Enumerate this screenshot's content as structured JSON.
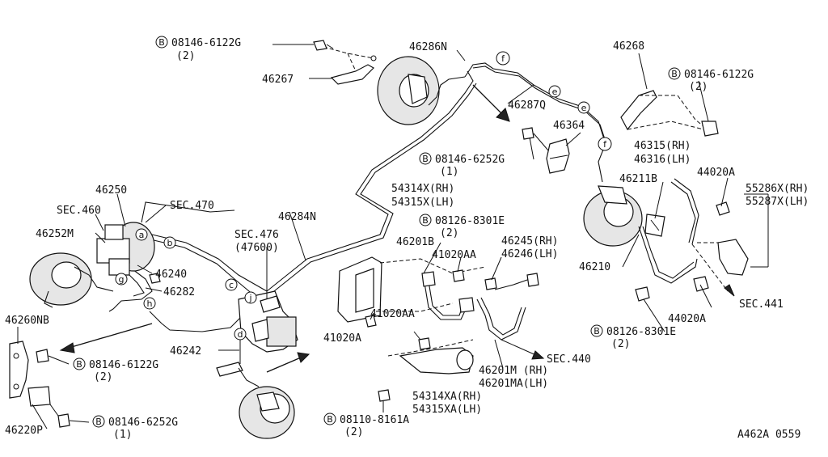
{
  "diagram_id": "A462A 0559",
  "bolts": {
    "b1": {
      "prefix": "B",
      "code": "08146-6122G",
      "qty": "(2)"
    },
    "b2": {
      "prefix": "B",
      "code": "08146-6122G",
      "qty": "(2)"
    },
    "b3": {
      "prefix": "B",
      "code": "08146-6252G",
      "qty": "(1)"
    },
    "b4": {
      "prefix": "B",
      "code": "08126-8301E",
      "qty": "(2)"
    },
    "b5": {
      "prefix": "B",
      "code": "08126-8301E",
      "qty": "(2)"
    },
    "b6": {
      "prefix": "B",
      "code": "08146-6122G",
      "qty": "(2)"
    },
    "b7": {
      "prefix": "B",
      "code": "08146-6252G",
      "qty": "(1)"
    },
    "b8": {
      "prefix": "B",
      "code": "08110-8161A",
      "qty": "(2)"
    }
  },
  "parts": {
    "p46267": "46267",
    "p46286N": "46286N",
    "p46287Q": "46287Q",
    "p46268": "46268",
    "p46364": "46364",
    "p46315": "46315(RH)",
    "p46316": "46316(LH)",
    "p46211B": "46211B",
    "p44020A_top": "44020A",
    "p55286X": "55286X(RH)",
    "p55287X": "55287X(LH)",
    "p46210": "46210",
    "p44020A_bot": "44020A",
    "sec441": "SEC.441",
    "p54314X": "54314X(RH)",
    "p54315X": "54315X(LH)",
    "p46201B": "46201B",
    "p41020AA_top": "41020AA",
    "p46245": "46245(RH)",
    "p46246": "46246(LH)",
    "p41020AA_mid": "41020AA",
    "p41020A": "41020A",
    "sec440": "SEC.440",
    "p46201M": "46201M (RH)",
    "p46201MA": "46201MA(LH)",
    "p54314XA": "54314XA(RH)",
    "p54315XA": "54315XA(LH)",
    "p46250": "46250",
    "sec460": "SEC.460",
    "sec470": "SEC.470",
    "p46284N": "46284N",
    "p46252M": "46252M",
    "sec476": "SEC.476",
    "sec476b": "(47600)",
    "p46240": "46240",
    "p46282": "46282",
    "p46260NB": "46260NB",
    "p46242": "46242",
    "p46220P": "46220P"
  },
  "callouts": {
    "a": "a",
    "b": "b",
    "c": "c",
    "d": "d",
    "e": "e",
    "f": "f",
    "g": "g",
    "h": "h",
    "j": "j"
  }
}
